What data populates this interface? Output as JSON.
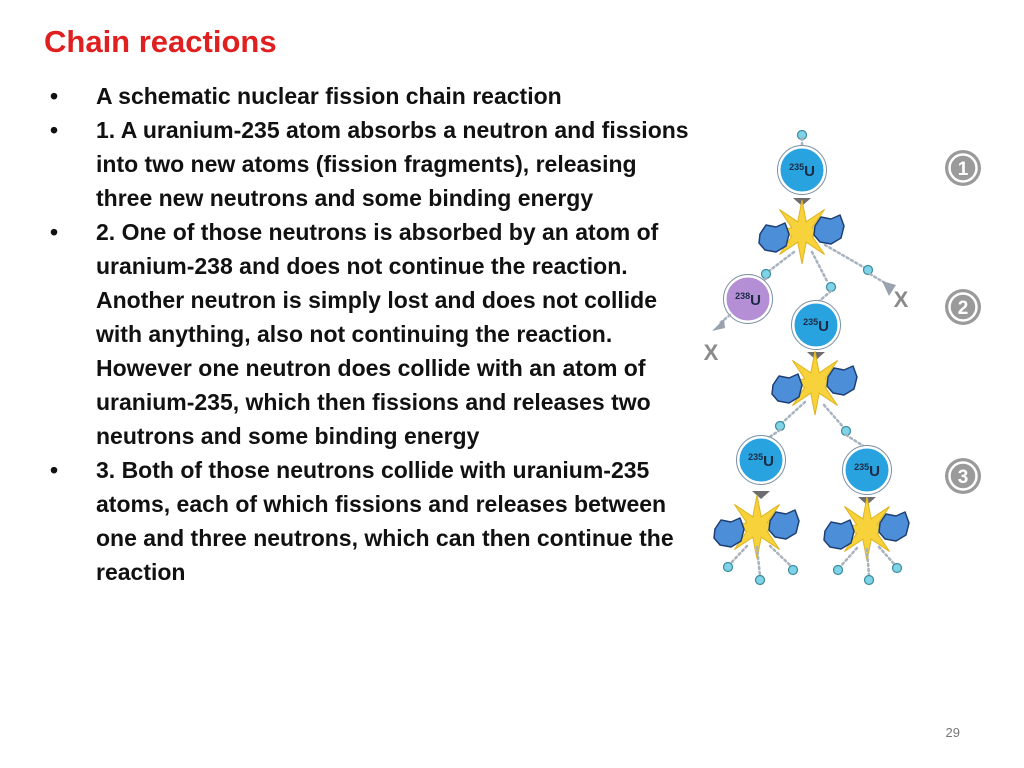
{
  "slide": {
    "title": "Chain reactions",
    "page_number": "29",
    "bullets": [
      {
        "dot": "•",
        "text": "A schematic nuclear fission chain reaction"
      },
      {
        "dot": "•",
        "text": "1. A uranium-235 atom absorbs a neutron and fissions into two new atoms (fission fragments), releasing three new neutrons and some binding energy"
      },
      {
        "dot": "•",
        "text": "2. One of those neutrons is absorbed by an atom of uranium-238 and does not continue the reaction. Another neutron is simply lost and does not collide with anything, also not continuing the reaction. However one neutron does collide with an atom of uranium-235, which then fissions and releases two neutrons and some binding energy"
      },
      {
        "dot": "•",
        "text": "3. Both of those neutrons collide with uranium-235 atoms, each of which fissions and releases between one and three neutrons, which can then continue the reaction"
      }
    ]
  },
  "diagram": {
    "colors": {
      "u235": "#29a3e0",
      "u238": "#b48fd6",
      "flash": "#f7d23a",
      "fragment": "#4d8ed9",
      "neutron": "#7fd3e6",
      "stage_badge": "#9a9a9a",
      "lost_marker": "#8a8a8a"
    },
    "u235_label": {
      "mass": "235",
      "symbol": "U"
    },
    "u238_label": {
      "mass": "238",
      "symbol": "U"
    },
    "lost_marker": "X",
    "stages": [
      "1",
      "2",
      "3"
    ]
  }
}
